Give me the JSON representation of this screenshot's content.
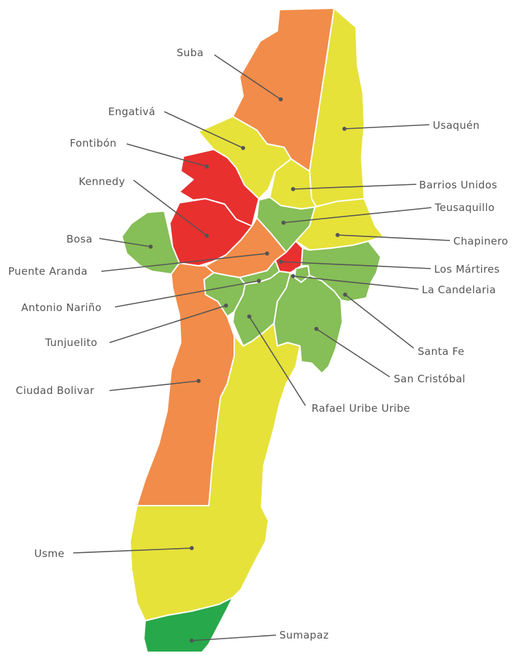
{
  "colors": {
    "red": "#e8302f",
    "orange": "#f28c4a",
    "yellow": "#e6e23a",
    "light_green": "#86be57",
    "dark_green": "#27a84a",
    "line": "#555555",
    "border": "#ffffff"
  },
  "localities": [
    {
      "id": "suba",
      "name": "Suba",
      "level": "orange"
    },
    {
      "id": "usaquen",
      "name": "Usaquén",
      "level": "yellow"
    },
    {
      "id": "engativa",
      "name": "Engativá",
      "level": "yellow"
    },
    {
      "id": "fontibon",
      "name": "Fontibón",
      "level": "red"
    },
    {
      "id": "barrios-unidos",
      "name": "Barrios Unidos",
      "level": "yellow"
    },
    {
      "id": "kennedy",
      "name": "Kennedy",
      "level": "red"
    },
    {
      "id": "teusaquillo",
      "name": "Teusaquillo",
      "level": "light_green"
    },
    {
      "id": "chapinero",
      "name": "Chapinero",
      "level": "yellow"
    },
    {
      "id": "bosa",
      "name": "Bosa",
      "level": "light_green"
    },
    {
      "id": "los-martires",
      "name": "Los Mártires",
      "level": "red"
    },
    {
      "id": "puente-aranda",
      "name": "Puente Aranda",
      "level": "orange"
    },
    {
      "id": "la-candelaria",
      "name": "La Candelaria",
      "level": "light_green"
    },
    {
      "id": "antonio-narino",
      "name": "Antonio Nariño",
      "level": "light_green"
    },
    {
      "id": "tunjuelito",
      "name": "Tunjuelito",
      "level": "light_green"
    },
    {
      "id": "santa-fe",
      "name": "Santa Fe",
      "level": "light_green"
    },
    {
      "id": "san-cristobal",
      "name": "San Cristóbal",
      "level": "light_green"
    },
    {
      "id": "ciudad-bolivar",
      "name": "Ciudad Bolivar",
      "level": "orange"
    },
    {
      "id": "rafael-uribe-uribe",
      "name": "Rafael Uribe Uribe",
      "level": "light_green"
    },
    {
      "id": "usme",
      "name": "Usme",
      "level": "yellow"
    },
    {
      "id": "sumapaz",
      "name": "Sumapaz",
      "level": "dark_green"
    }
  ]
}
